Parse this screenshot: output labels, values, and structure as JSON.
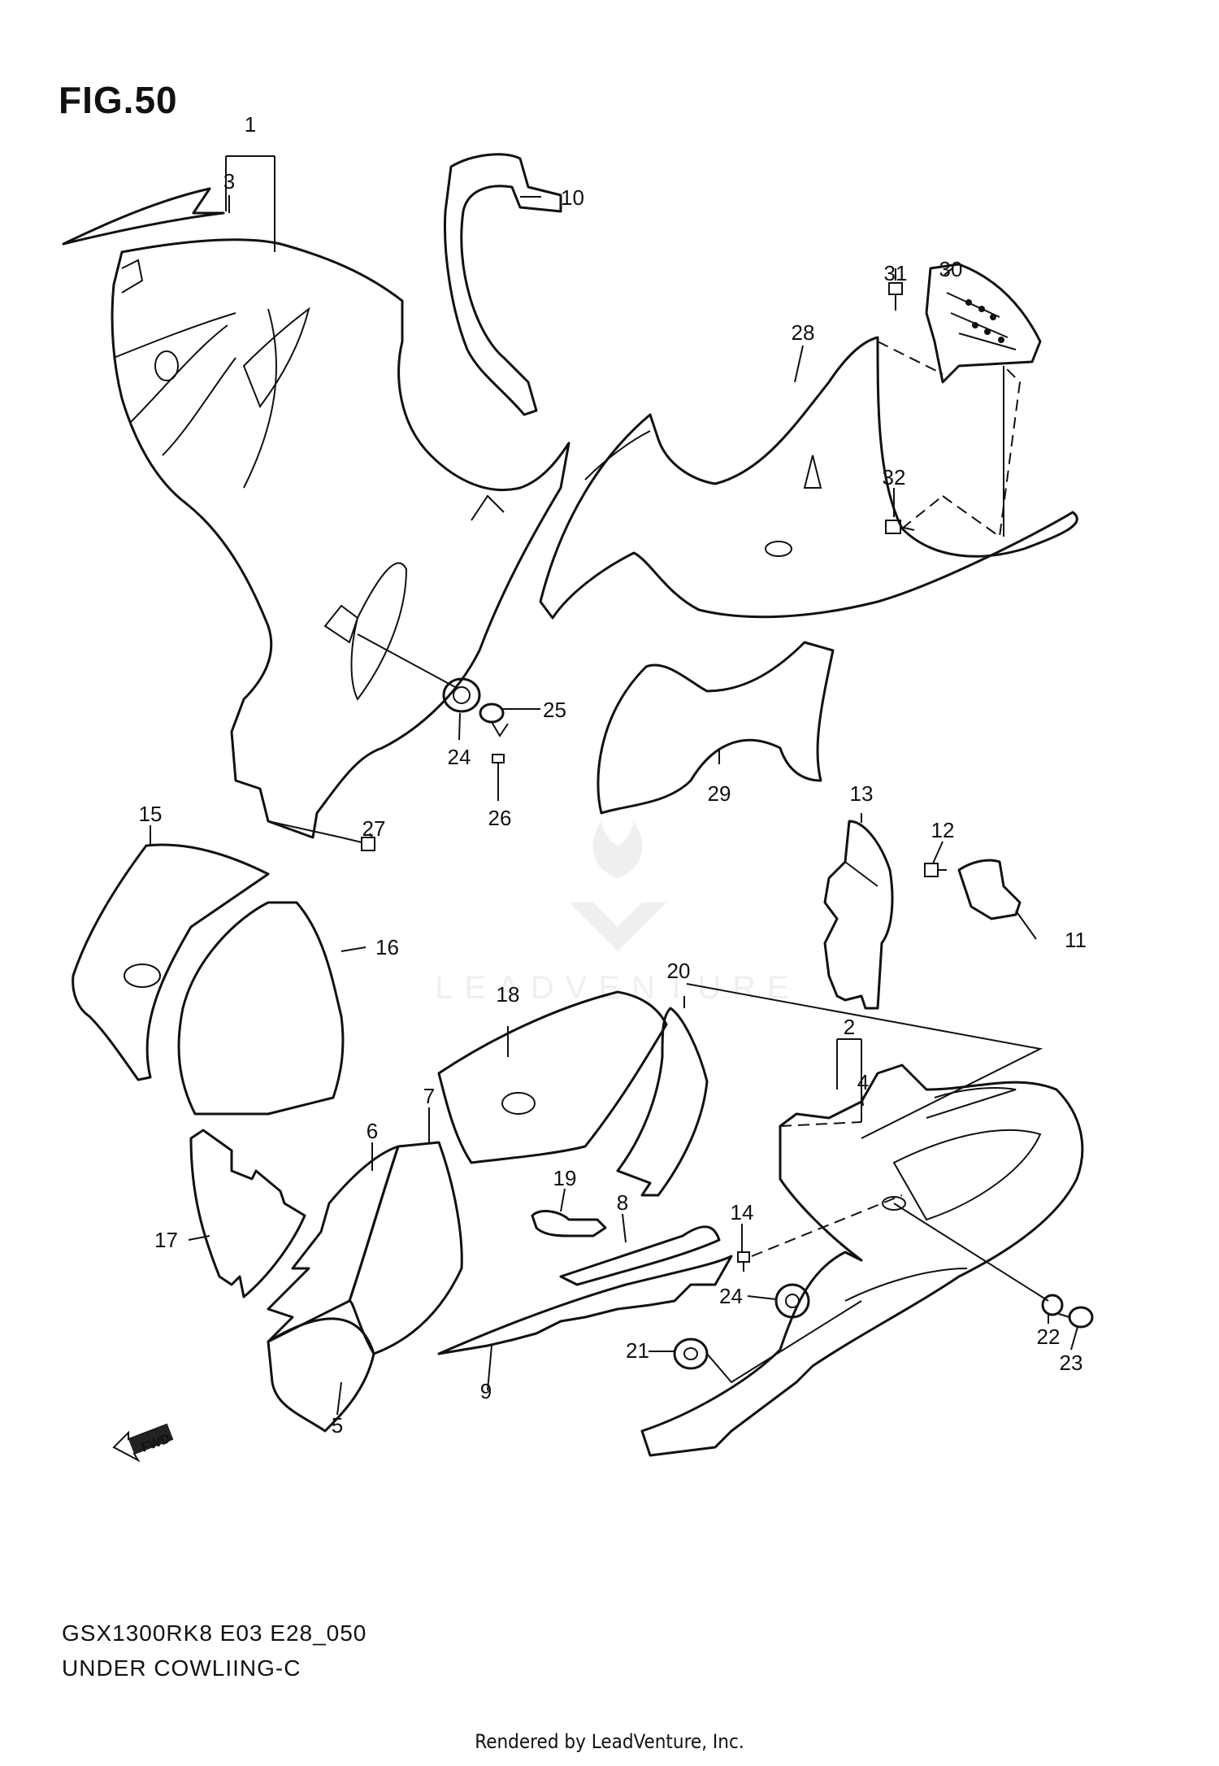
{
  "figure": {
    "title": "FIG.50",
    "model_code": "GSX1300RK8 E03 E28_050",
    "section_name": "UNDER COWLIING-C",
    "footer": "Rendered by LeadVenture, Inc.",
    "watermark": "LEADVENTURE",
    "fwd_label": "FWD"
  },
  "parts": {
    "p1": "1",
    "p2": "2",
    "p3": "3",
    "p4": "4",
    "p5": "5",
    "p6": "6",
    "p7": "7",
    "p8": "8",
    "p9": "9",
    "p10": "10",
    "p11": "11",
    "p12": "12",
    "p13": "13",
    "p14": "14",
    "p15": "15",
    "p16": "16",
    "p17": "17",
    "p18": "18",
    "p19": "19",
    "p20": "20",
    "p21": "21",
    "p22": "22",
    "p23": "23",
    "p24a": "24",
    "p24b": "24",
    "p25": "25",
    "p26": "26",
    "p27": "27",
    "p28": "28",
    "p29": "29",
    "p30": "30",
    "p31": "31",
    "p32": "32"
  }
}
